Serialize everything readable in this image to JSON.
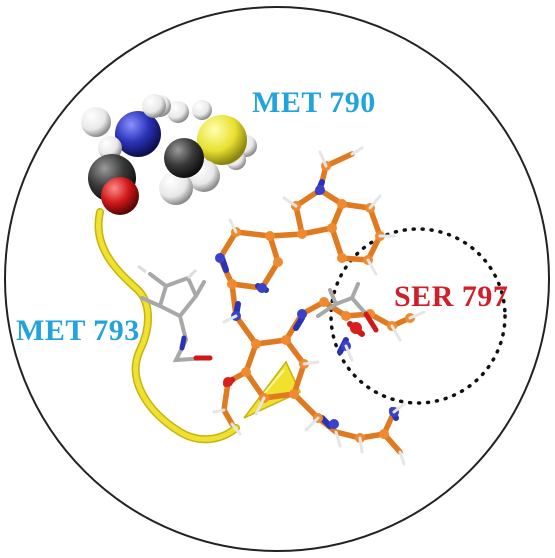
{
  "labels": {
    "met790": "MET 790",
    "met793": "MET 793",
    "ser797": "SER 797"
  },
  "colors": {
    "met_label": "#21a3dc",
    "ser_label": "#d11f2a",
    "ribbon": "#f0e030",
    "carbon_ligand": "#e07a20",
    "carbon_residue": "#b8b8b8",
    "nitrogen": "#2a32b8",
    "oxygen": "#d01818",
    "sulfur": "#e8e030",
    "hydrogen": "#f4f4f4",
    "carbon_sphere": "#3a3a3a",
    "outline": "#222222"
  },
  "icons": {
    "frame": "circle-frame",
    "binding_site": "dotted-circle-highlight"
  }
}
